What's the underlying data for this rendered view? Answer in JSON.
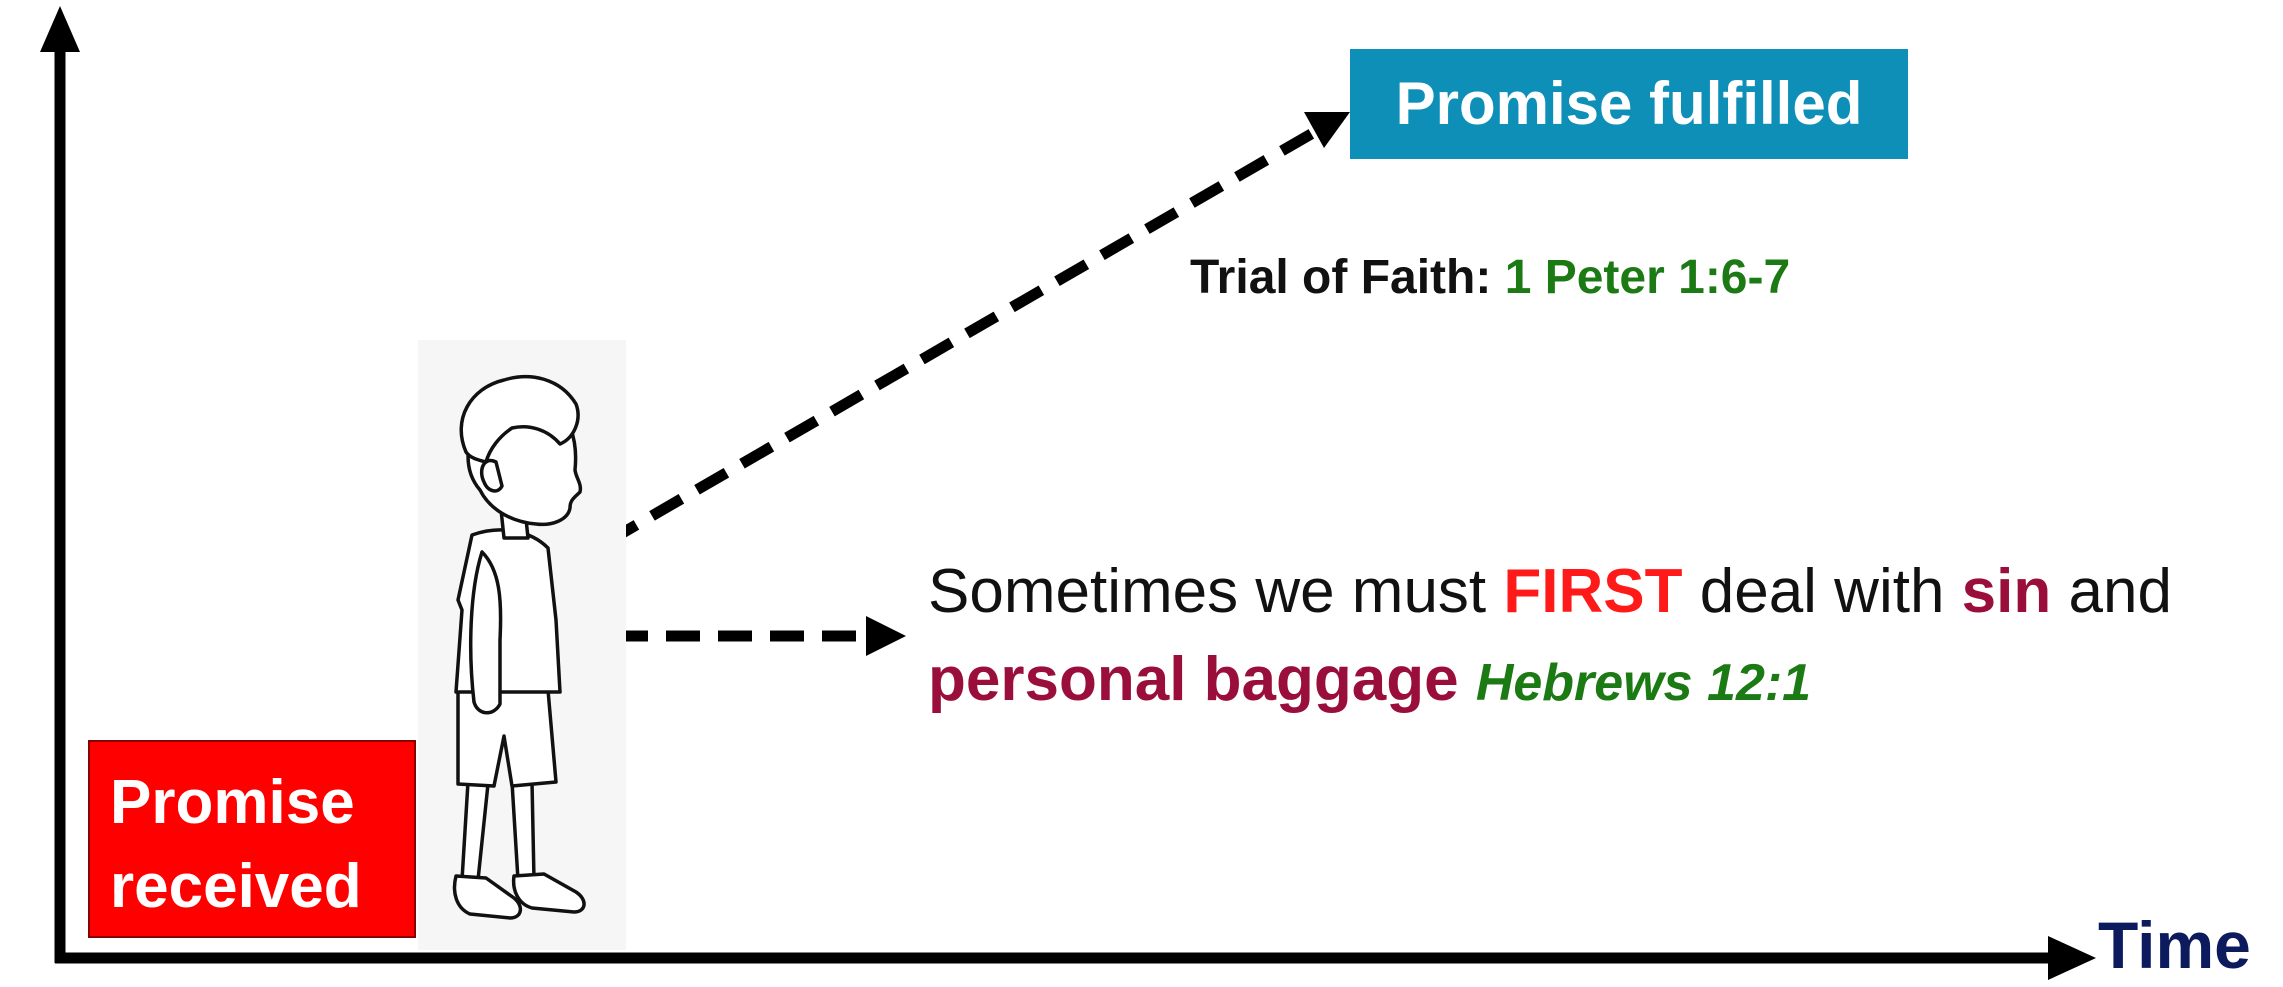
{
  "title": "",
  "axis": {
    "x_label": "Time"
  },
  "promise_received": {
    "line1": "Promise",
    "line2": "received"
  },
  "promise_fulfilled": {
    "label": "Promise fulfilled"
  },
  "trial": {
    "prefix": "Trial of Faith:",
    "reference": "1 Peter 1:6-7"
  },
  "message": {
    "part1": "Sometimes we must ",
    "first": "FIRST",
    "part2": " deal with ",
    "sin": "sin",
    "part3": " and",
    "baggage": "personal baggage",
    "reference": "Hebrews 12:1"
  },
  "colors": {
    "received_bg": "#ff0000",
    "fulfilled_bg": "#0e8fb8",
    "scripture_green": "#1c7a14",
    "emphasis_red": "#ff1a1a",
    "emphasis_maroon": "#9a0e3c",
    "axis_label_navy": "#0c1a5e"
  },
  "illustration": {
    "figure": "boy-standing-side-view-line-drawing"
  }
}
